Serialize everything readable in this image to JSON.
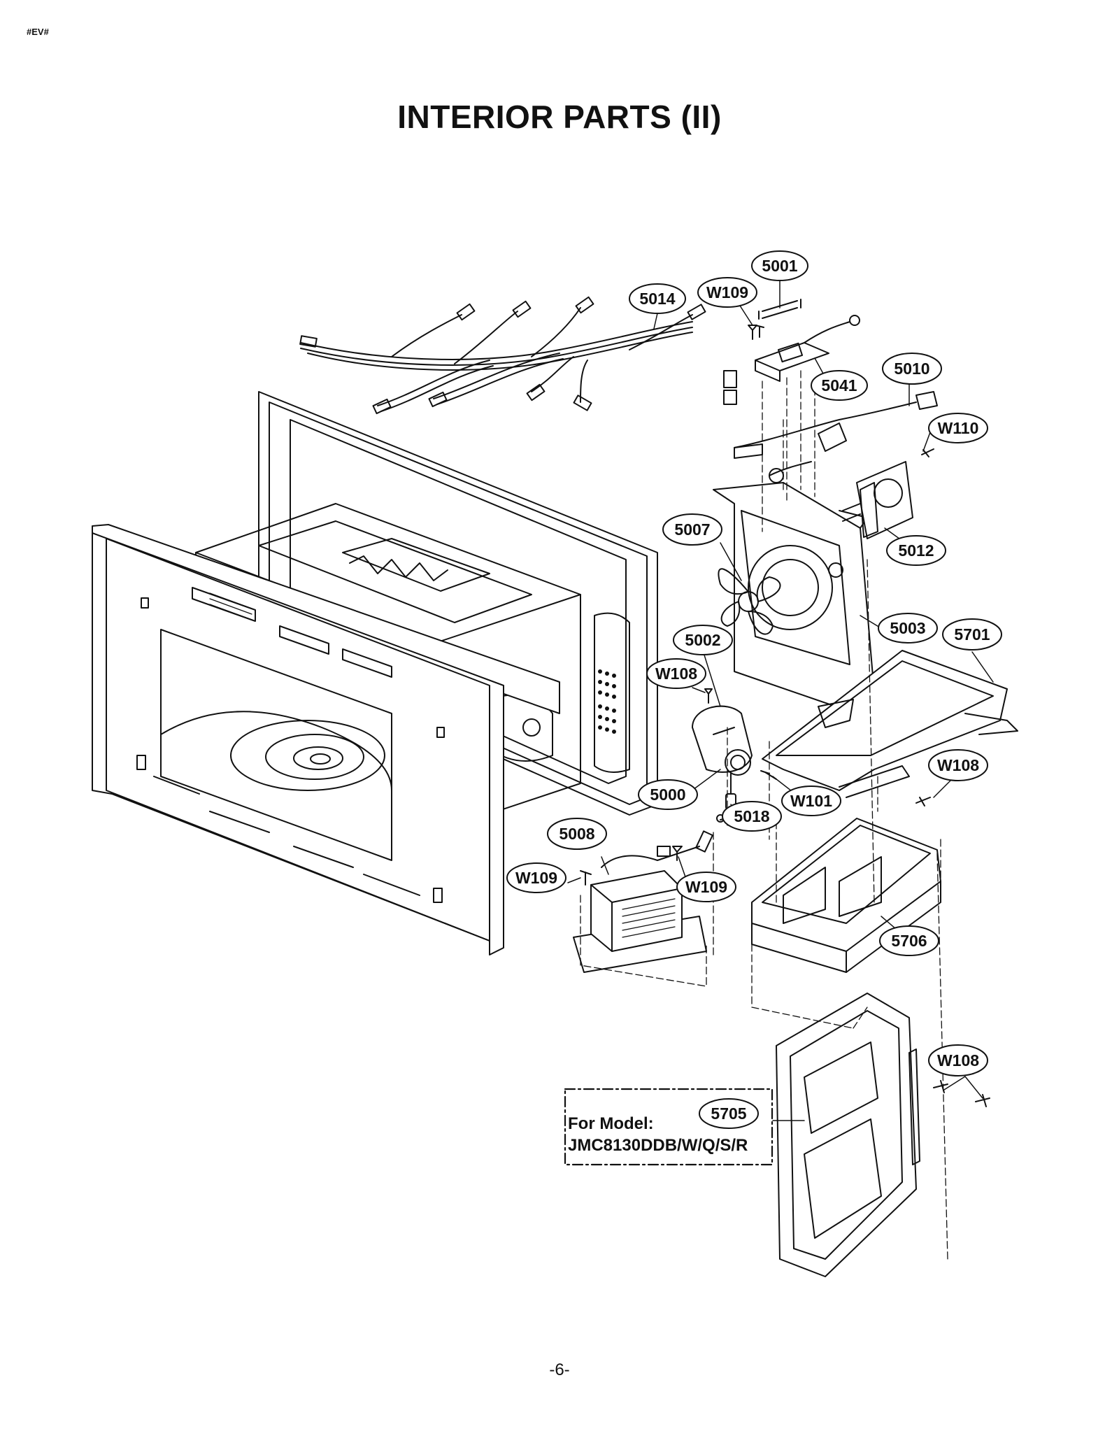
{
  "header": {
    "tag": "#EV#",
    "title": "INTERIOR PARTS (II)"
  },
  "footer": {
    "page": "-6-"
  },
  "callouts": [
    {
      "id": "c5001",
      "label": "5001"
    },
    {
      "id": "c5014",
      "label": "5014"
    },
    {
      "id": "cw109a",
      "label": "W109"
    },
    {
      "id": "c5041",
      "label": "5041"
    },
    {
      "id": "c5010",
      "label": "5010"
    },
    {
      "id": "cw110",
      "label": "W110"
    },
    {
      "id": "c5007",
      "label": "5007"
    },
    {
      "id": "c5012",
      "label": "5012"
    },
    {
      "id": "c5002",
      "label": "5002"
    },
    {
      "id": "c5003",
      "label": "5003"
    },
    {
      "id": "c5701",
      "label": "5701"
    },
    {
      "id": "cw108a",
      "label": "W108"
    },
    {
      "id": "cw108b",
      "label": "W108"
    },
    {
      "id": "c5000",
      "label": "5000"
    },
    {
      "id": "cw101",
      "label": "W101"
    },
    {
      "id": "c5018",
      "label": "5018"
    },
    {
      "id": "c5008",
      "label": "5008"
    },
    {
      "id": "cw109b",
      "label": "W109"
    },
    {
      "id": "cw109c",
      "label": "W109"
    },
    {
      "id": "c5706",
      "label": "5706"
    },
    {
      "id": "cw108c",
      "label": "W108"
    },
    {
      "id": "c5705",
      "label": "5705"
    }
  ],
  "model_note": {
    "line1": "For Model:",
    "line2": "JMC8130DDB/W/Q/S/R"
  }
}
